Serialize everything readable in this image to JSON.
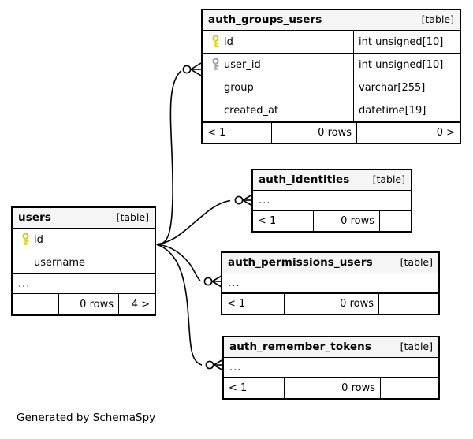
{
  "diagram": {
    "type": "entity-relationship-diagram",
    "generator_credit": "Generated by SchemaSpy",
    "table_tag": "[table]",
    "ellipsis": "...",
    "key_colors": {
      "primary_key": "#e8d800",
      "foreign_key": "#a0a0a0"
    }
  },
  "tables": {
    "auth_groups_users": {
      "name": "auth_groups_users",
      "tag": "[table]",
      "columns": [
        {
          "key": "primary",
          "name": "id",
          "type": "int unsigned[10]"
        },
        {
          "key": "foreign",
          "name": "user_id",
          "type": "int unsigned[10]"
        },
        {
          "key": "none",
          "name": "group",
          "type": "varchar[255]"
        },
        {
          "key": "none",
          "name": "created_at",
          "type": "datetime[19]"
        }
      ],
      "footer": {
        "parents": "< 1",
        "rows": "0 rows",
        "children": "0 >"
      }
    },
    "users": {
      "name": "users",
      "tag": "[table]",
      "columns": [
        {
          "key": "primary",
          "name": "id",
          "type": ""
        },
        {
          "key": "none",
          "name": "username",
          "type": ""
        }
      ],
      "ellipsis": "...",
      "footer": {
        "parents": "",
        "rows": "0 rows",
        "children": "4 >"
      }
    },
    "auth_identities": {
      "name": "auth_identities",
      "tag": "[table]",
      "ellipsis": "...",
      "footer": {
        "parents": "< 1",
        "rows": "0 rows",
        "children": ""
      }
    },
    "auth_permissions_users": {
      "name": "auth_permissions_users",
      "tag": "[table]",
      "ellipsis": "...",
      "footer": {
        "parents": "< 1",
        "rows": "0 rows",
        "children": ""
      }
    },
    "auth_remember_tokens": {
      "name": "auth_remember_tokens",
      "tag": "[table]",
      "ellipsis": "...",
      "footer": {
        "parents": "< 1",
        "rows": "0 rows",
        "children": ""
      }
    }
  },
  "relationships": [
    {
      "from": "users",
      "to": "auth_groups_users",
      "cardinality": "zero-or-many"
    },
    {
      "from": "users",
      "to": "auth_identities",
      "cardinality": "zero-or-many"
    },
    {
      "from": "users",
      "to": "auth_permissions_users",
      "cardinality": "zero-or-many"
    },
    {
      "from": "users",
      "to": "auth_remember_tokens",
      "cardinality": "zero-or-many"
    }
  ]
}
